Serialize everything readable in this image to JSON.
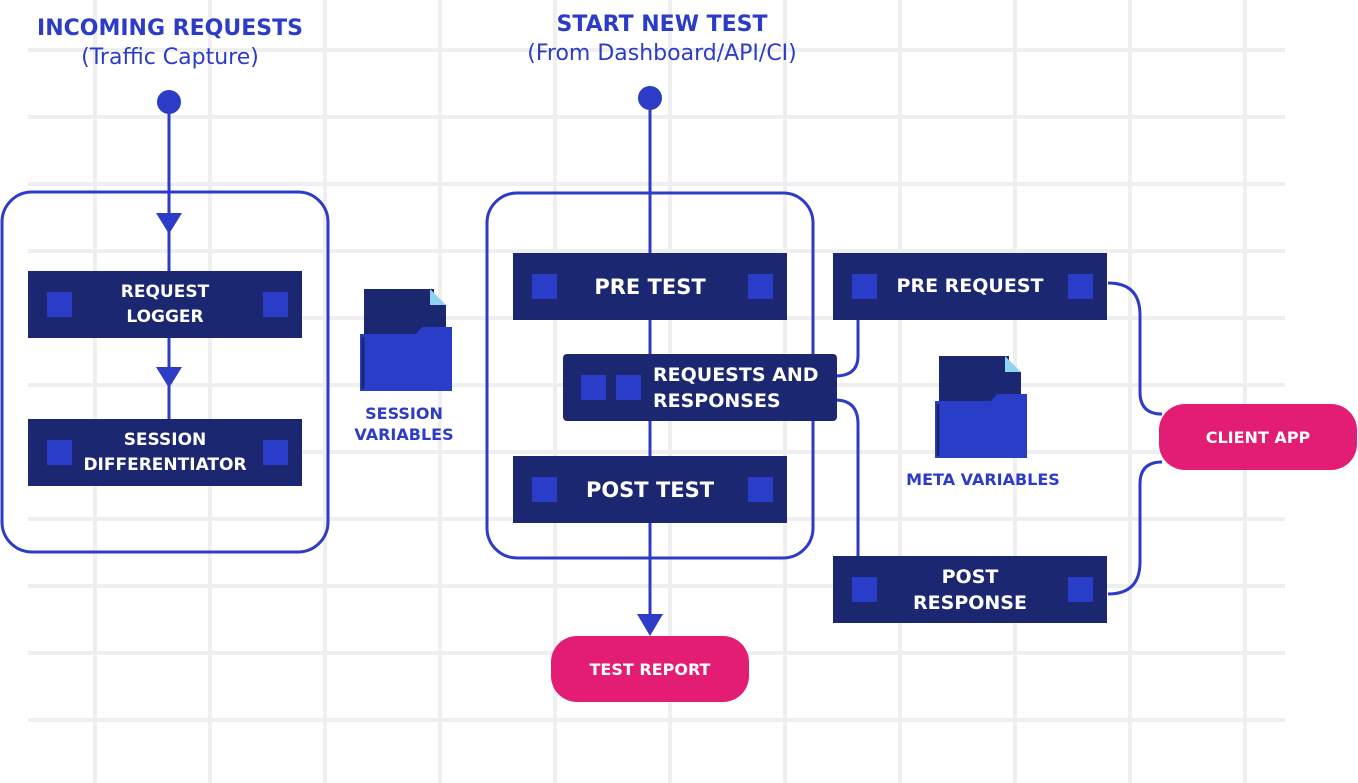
{
  "incoming": {
    "title": "INCOMING REQUESTS",
    "subtitle": "(Traffic Capture)"
  },
  "start_test": {
    "title": "START NEW TEST",
    "subtitle": "(From Dashboard/API/CI)"
  },
  "capture_group": {
    "request_logger": [
      "REQUEST",
      "LOGGER"
    ],
    "session_differentiator": [
      "SESSION",
      "DIFFERENTIATOR"
    ]
  },
  "session_variables": [
    "SESSION",
    "VARIABLES"
  ],
  "test_group": {
    "pre_test": "PRE TEST",
    "requests_and_responses": [
      "REQUESTS AND",
      "RESPONSES"
    ],
    "post_test": "POST TEST"
  },
  "pre_request": "PRE REQUEST",
  "post_response": [
    "POST",
    "RESPONSE"
  ],
  "meta_variables": "META VARIABLES",
  "client_app": "CLIENT APP",
  "test_report": "TEST REPORT",
  "colors": {
    "node_fill": "#1c2772",
    "node_square": "#2a3dc9",
    "line": "#2d3cc7",
    "pill": "#e31c74",
    "heading": "#2d3cc7",
    "grid": "#f1f1f3"
  },
  "icons": [
    "folder-icon",
    "start-dot-icon",
    "arrow-down-icon"
  ]
}
